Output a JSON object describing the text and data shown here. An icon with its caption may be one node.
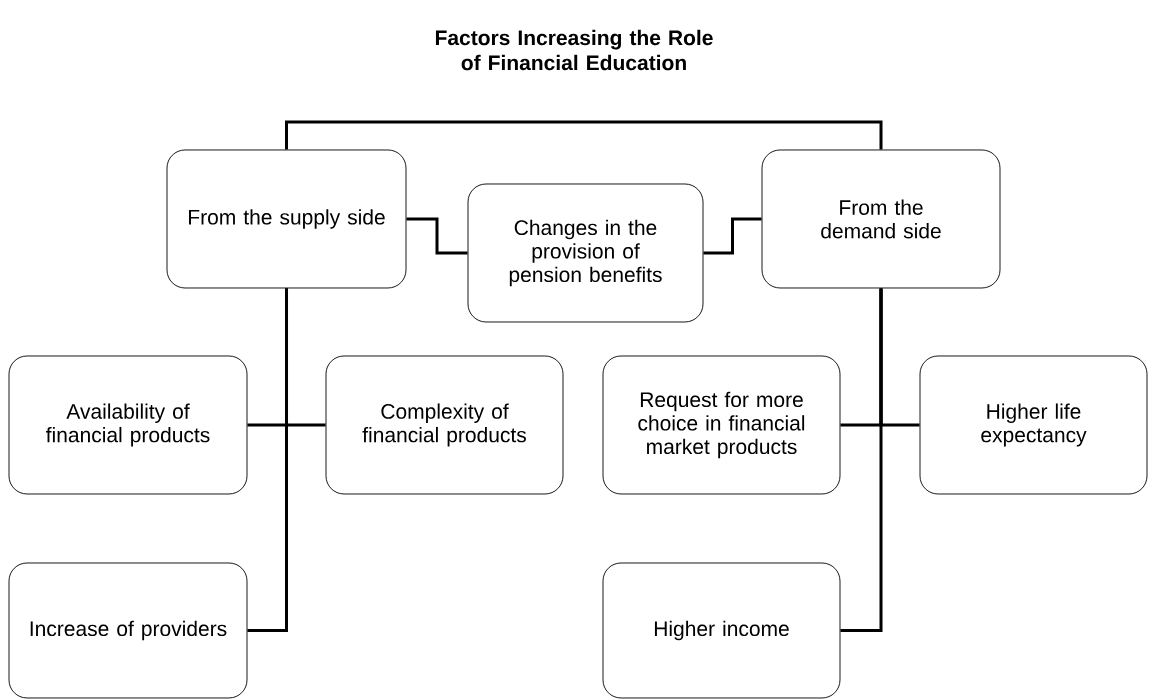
{
  "diagram": {
    "title": "Factors Increasing the Role of Financial Education",
    "nodes": [
      {
        "text": [
          "From the supply side"
        ]
      },
      {
        "text": [
          "Changes in the provision of pension benefits"
        ]
      },
      {
        "text": [
          "From the demand side"
        ]
      },
      {
        "text": [
          "Availability of financial products"
        ]
      },
      {
        "text": [
          "Complexity of financial products"
        ]
      },
      {
        "text": [
          "Request for more choice in financial market products"
        ]
      },
      {
        "text": [
          "Higher life expectancy"
        ]
      },
      {
        "text": [
          "Increase of providers"
        ]
      },
      {
        "text": [
          "Higher income"
        ]
      }
    ],
    "edges": [
      {
        "from": 0,
        "to": 2,
        "arrow": "none"
      },
      {
        "from": 0,
        "to": 1,
        "arrow": "none"
      },
      {
        "from": 1,
        "to": 2,
        "arrow": "none"
      },
      {
        "from": 0,
        "to": 3,
        "arrow": "none"
      },
      {
        "from": 0,
        "to": 4,
        "arrow": "none"
      },
      {
        "from": 0,
        "to": 7,
        "arrow": "none"
      },
      {
        "from": 2,
        "to": 5,
        "arrow": "none"
      },
      {
        "from": 2,
        "to": 6,
        "arrow": "none"
      },
      {
        "from": 2,
        "to": 8,
        "arrow": "none"
      }
    ]
  }
}
